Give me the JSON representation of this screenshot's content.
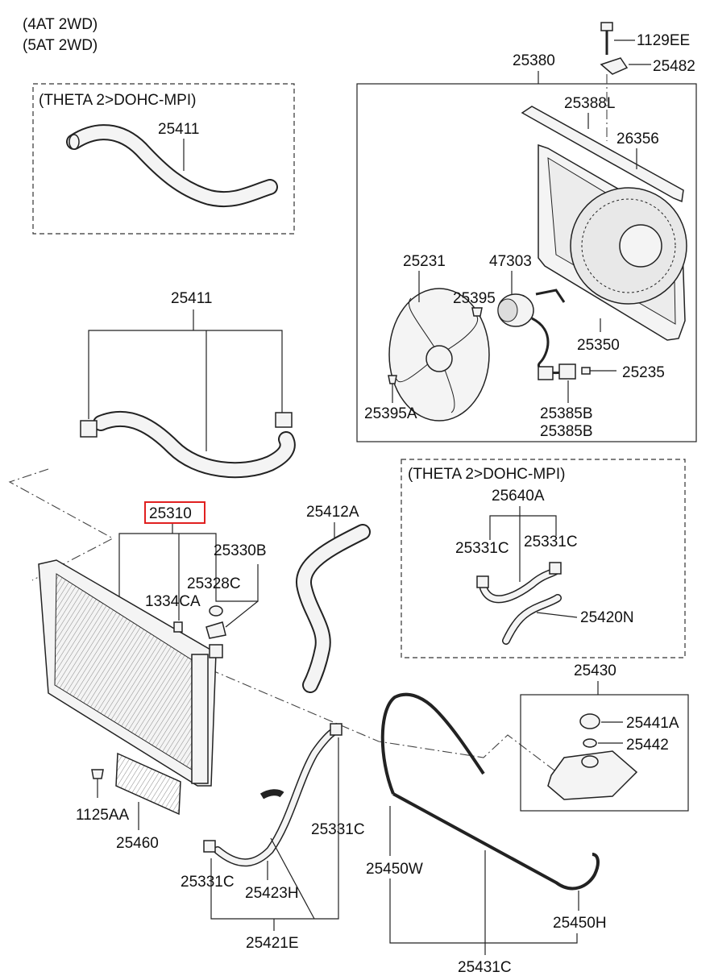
{
  "header": {
    "line1": "(4AT 2WD)",
    "line2": "(5AT 2WD)"
  },
  "boxes": {
    "theta_top": "(THETA 2>DOHC-MPI)",
    "theta_mid": "(THETA 2>DOHC-MPI)"
  },
  "labels": {
    "p1129EE": "1129EE",
    "p25482": "25482",
    "p25380": "25380",
    "p25388L": "25388L",
    "p26356": "26356",
    "p25411_top": "25411",
    "p25231": "25231",
    "p47303": "47303",
    "p25395": "25395",
    "p25350": "25350",
    "p25235": "25235",
    "p25395A": "25395A",
    "p25385B_1": "25385B",
    "p25385B_2": "25385B",
    "p25411_mid": "25411",
    "p25640A": "25640A",
    "p25331C_a": "25331C",
    "p25331C_b": "25331C",
    "p25420N": "25420N",
    "p25310": "25310",
    "p25412A": "25412A",
    "p25330B": "25330B",
    "p25328C": "25328C",
    "p1334CA": "1334CA",
    "p25430": "25430",
    "p25441A": "25441A",
    "p25442": "25442",
    "p1125AA": "1125AA",
    "p25460": "25460",
    "p25331C_c": "25331C",
    "p25331C_d": "25331C",
    "p25423H": "25423H",
    "p25450W": "25450W",
    "p25450H": "25450H",
    "p25421E": "25421E",
    "p25431C": "25431C"
  },
  "highlight": {
    "part": "25310",
    "color": "#e02020"
  }
}
